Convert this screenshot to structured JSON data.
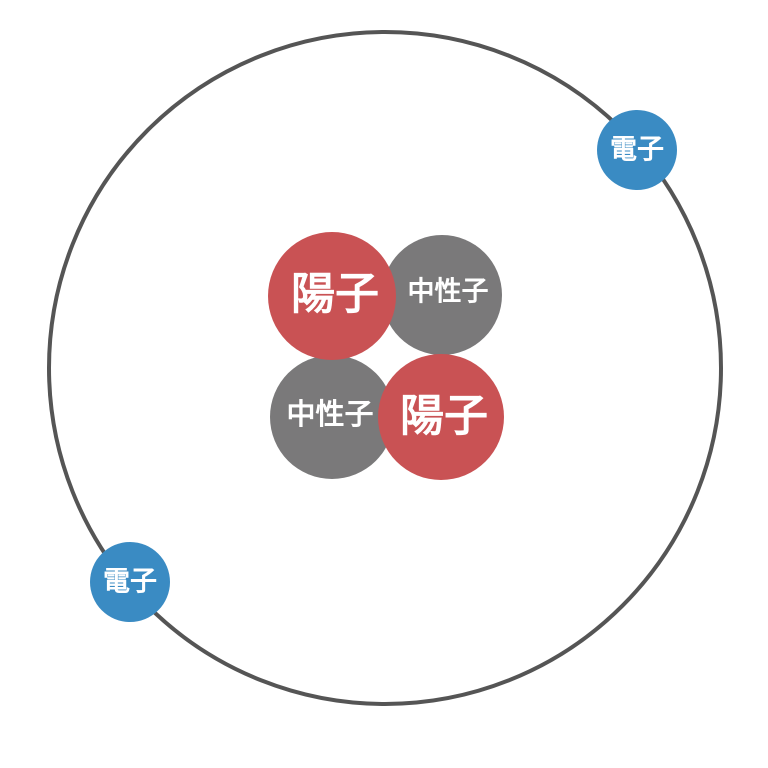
{
  "colors": {
    "proton": "#c95254",
    "neutron": "#7a797a",
    "electron": "#3a8bc3",
    "orbit": "#555555"
  },
  "labels": {
    "proton_1": "陽子",
    "proton_2": "陽子",
    "neutron_1": "中性子",
    "neutron_2": "中性子",
    "electron_1": "電子",
    "electron_2": "電子"
  }
}
